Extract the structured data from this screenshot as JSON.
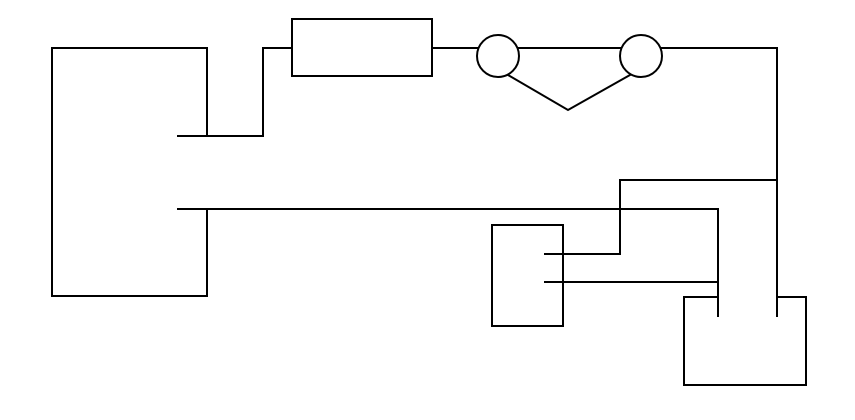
{
  "diagram": {
    "stroke_color": "#000000",
    "background_color": "#ffffff",
    "components": [
      "left-block",
      "top-rectangle",
      "left-circle",
      "right-circle",
      "middle-box",
      "bottom-right-box"
    ]
  }
}
